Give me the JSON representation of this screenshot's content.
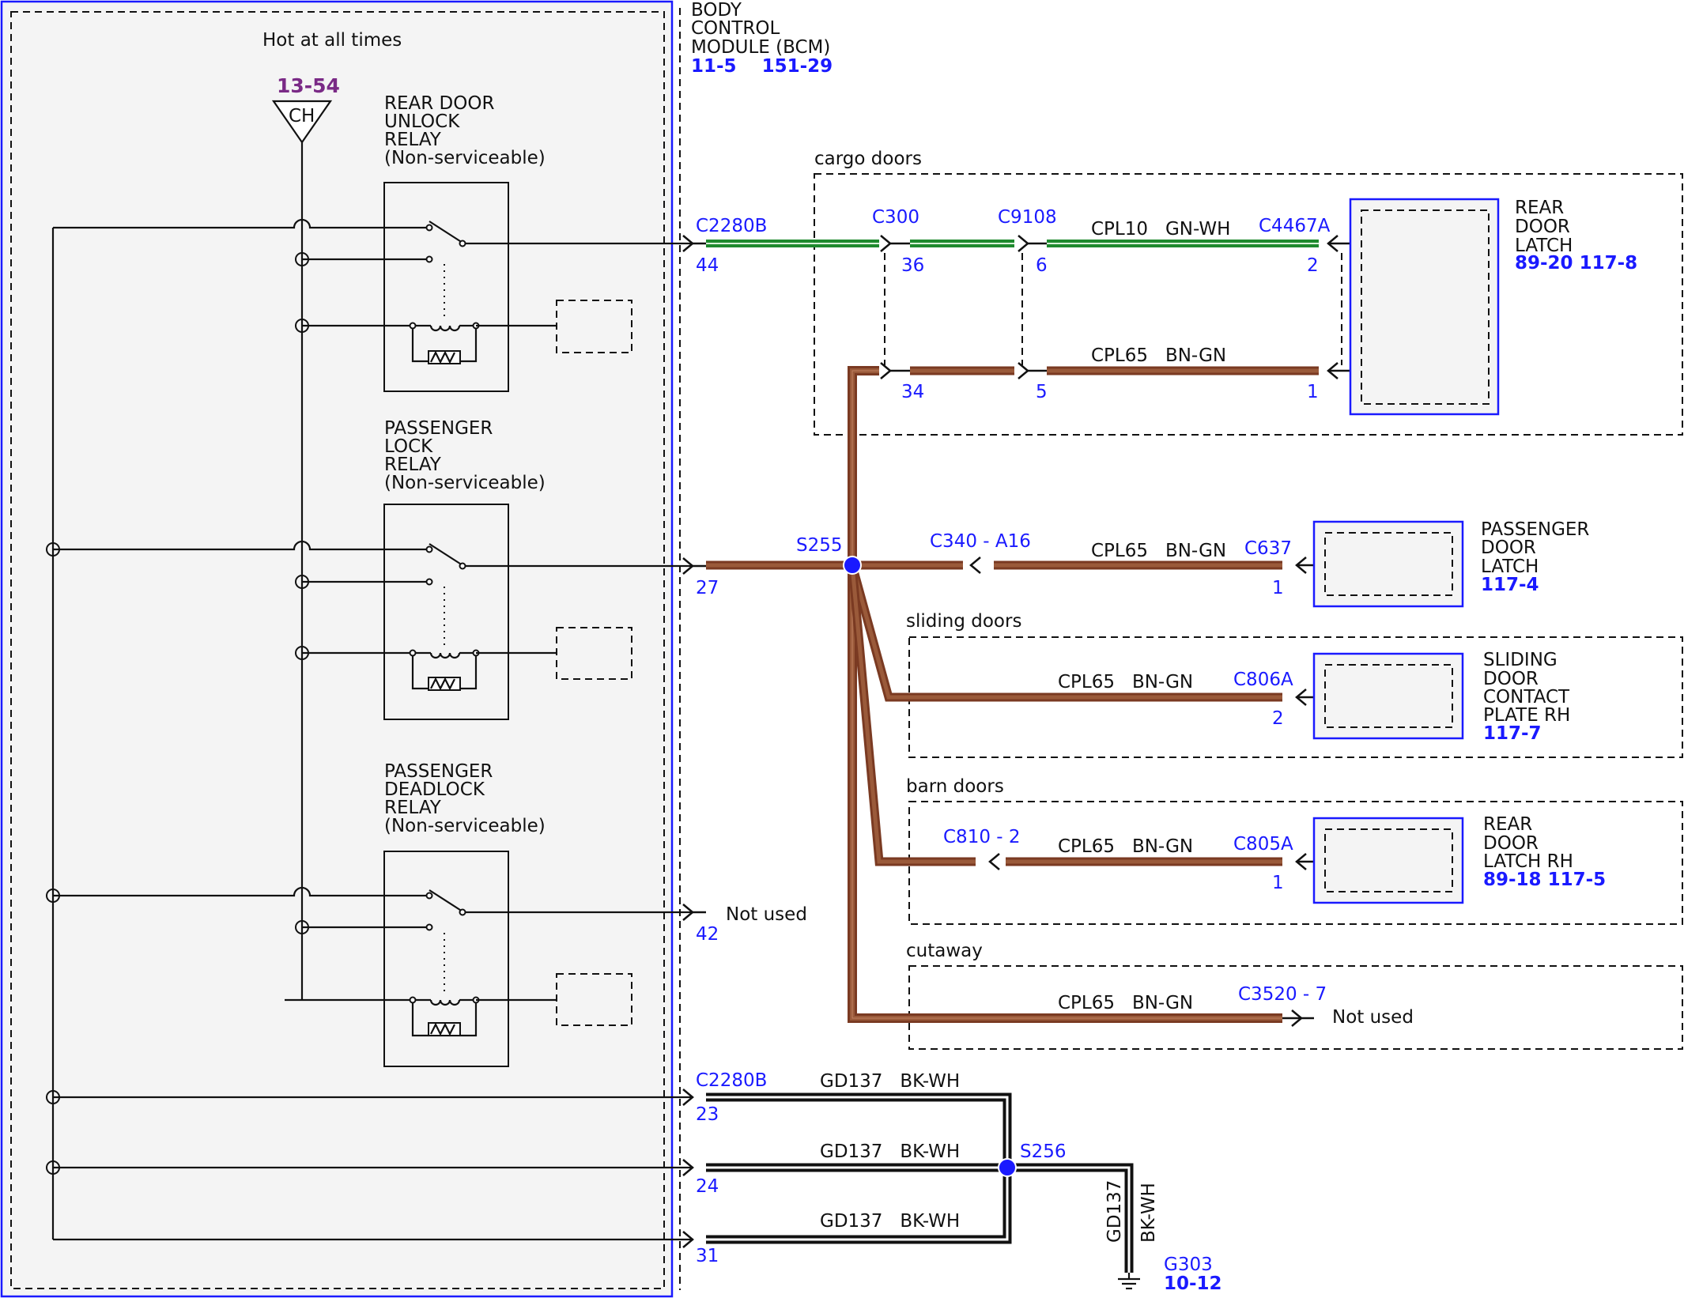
{
  "hot_label": "Hot at all times",
  "fuse": {
    "ref": "13-54",
    "label": "CH"
  },
  "bcm": {
    "title_lines": [
      "BODY",
      "CONTROL",
      "MODULE (BCM)"
    ],
    "refs": "11-5    151-29"
  },
  "relays": [
    {
      "lines": [
        "REAR DOOR",
        "UNLOCK",
        "RELAY",
        "(Non-serviceable)"
      ]
    },
    {
      "lines": [
        "PASSENGER",
        "LOCK",
        "RELAY",
        "(Non-serviceable)"
      ]
    },
    {
      "lines": [
        "PASSENGER",
        "DEADLOCK",
        "RELAY",
        "(Non-serviceable)"
      ]
    }
  ],
  "zones": {
    "cargo": "cargo doors",
    "sliding": "sliding doors",
    "barn": "barn doors",
    "cutaway": "cutaway"
  },
  "connectors": {
    "c2280b_top": "C2280B",
    "c300": "C300",
    "c9108": "C9108",
    "c4467a": "C4467A",
    "c340": "C340 - A16",
    "c637": "C637",
    "c806a": "C806A",
    "c810": "C810 - 2",
    "c805a": "C805A",
    "c3520": "C3520 - 7",
    "c2280b_bottom": "C2280B"
  },
  "pins": {
    "p44": "44",
    "p36": "36",
    "p6": "6",
    "p2a": "2",
    "p34": "34",
    "p5": "5",
    "p1a": "1",
    "p27": "27",
    "p1b": "1",
    "p2b": "2",
    "p1c": "1",
    "p42": "42",
    "p23": "23",
    "p24": "24",
    "p31": "31"
  },
  "wires": {
    "cpl10": "CPL10   GN-WH",
    "cpl65_cargo": "CPL65   BN-GN",
    "cpl65_pass": "CPL65   BN-GN",
    "cpl65_slide": "CPL65   BN-GN",
    "cpl65_barn": "CPL65   BN-GN",
    "cpl65_cut": "CPL65   BN-GN",
    "gd137_1": "GD137   BK-WH",
    "gd137_2": "GD137   BK-WH",
    "gd137_3": "GD137   BK-WH",
    "gd137_v1": "GD137",
    "gd137_v2": "BK-WH"
  },
  "splices": {
    "s255": "S255",
    "s256": "S256"
  },
  "not_used_42": "Not used",
  "not_used_cut": "Not used",
  "components": {
    "rear_latch": {
      "lines": [
        "REAR",
        "DOOR",
        "LATCH"
      ],
      "refs": "89-20 117-8"
    },
    "pass_latch": {
      "lines": [
        "PASSENGER",
        "DOOR",
        "LATCH"
      ],
      "refs": "117-4"
    },
    "sliding_plate": {
      "lines": [
        "SLIDING",
        "DOOR",
        "CONTACT",
        "PLATE RH"
      ],
      "refs": "117-7"
    },
    "rear_latch_rh": {
      "lines": [
        "REAR",
        "DOOR",
        "LATCH RH"
      ],
      "refs": "89-18 117-5"
    }
  },
  "ground": {
    "id": "G303",
    "ref": "10-12"
  },
  "colors": {
    "green_wire": "#1e8a2e",
    "brown_wire": "#8b4a2b",
    "blue": "#1a1aff",
    "purple": "#7a2a86"
  }
}
